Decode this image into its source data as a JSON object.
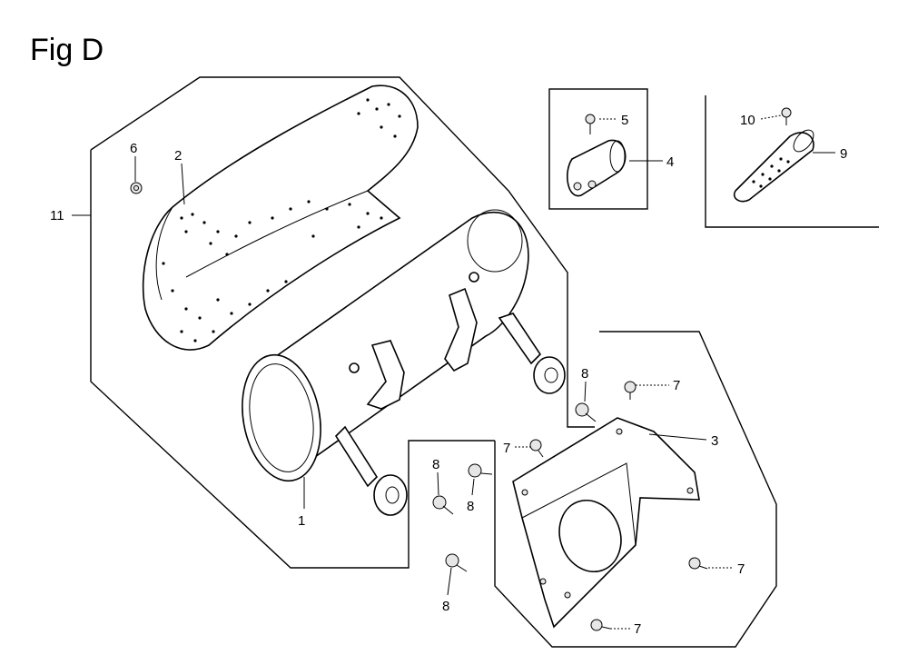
{
  "title": "Fig D",
  "callouts": [
    "1",
    "2",
    "3",
    "4",
    "5",
    "6",
    "7",
    "8",
    "9",
    "10",
    "11"
  ]
}
